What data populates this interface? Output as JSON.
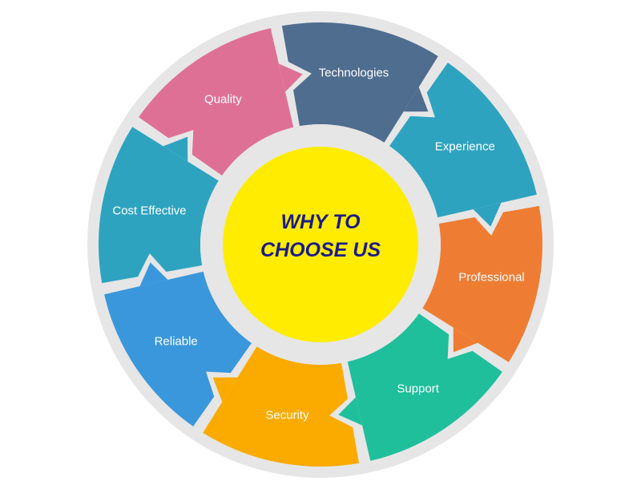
{
  "title": {
    "line1": "WHY TO",
    "line2": "CHOOSE US"
  },
  "colors": {
    "ring": "#e6e6e6",
    "center": "#ffec00",
    "title": "#1c1c8a"
  },
  "segments": [
    {
      "label": "Technologies",
      "color": "#4f6d8f"
    },
    {
      "label": "Experience",
      "color": "#2ea3c0"
    },
    {
      "label": "Professional",
      "color": "#ee7d33"
    },
    {
      "label": "Support",
      "color": "#1fbf9b"
    },
    {
      "label": "Security",
      "color": "#fbab00"
    },
    {
      "label": "Reliable",
      "color": "#3a97dc"
    },
    {
      "label": "Cost Effective",
      "color": "#2ea3c0"
    },
    {
      "label": "Quality",
      "color": "#de7096"
    }
  ]
}
